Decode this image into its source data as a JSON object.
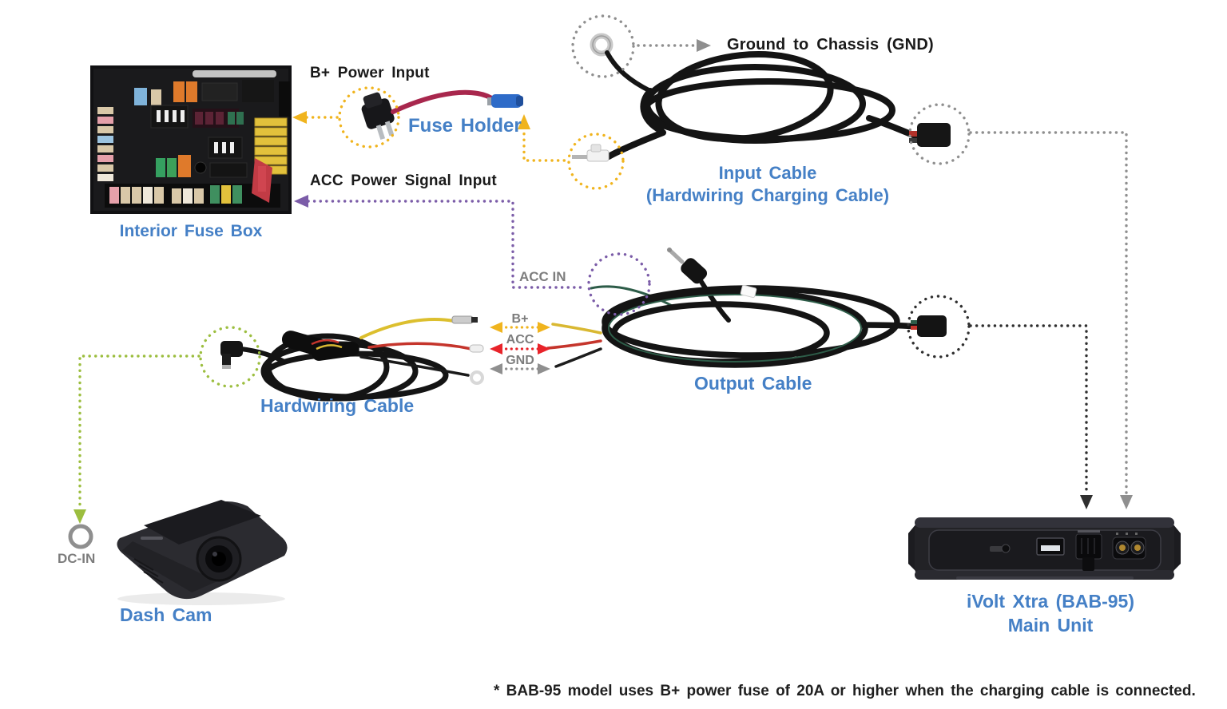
{
  "labels": {
    "ground": "Ground to Chassis (GND)",
    "b_power_input": "B+ Power Input",
    "fuse_holder": "Fuse Holder",
    "acc_power_input": "ACC Power Signal Input",
    "interior_fuse_box": "Interior Fuse Box",
    "input_cable_line1": "Input Cable",
    "input_cable_line2": "(Hardwiring Charging Cable)",
    "acc_in": "ACC IN",
    "b_plus": "B+",
    "acc": "ACC",
    "gnd": "GND",
    "hardwiring_cable": "Hardwiring Cable",
    "output_cable": "Output Cable",
    "dc_in": "DC-IN",
    "dash_cam": "Dash Cam",
    "ivolt_line1": "iVolt Xtra (BAB-95)",
    "ivolt_line2": "Main Unit",
    "footnote": "* BAB-95 model uses B+ power fuse of 20A or higher when the charging cable is connected."
  },
  "colors": {
    "label_blue": "#4580C6",
    "label_gray": "#7d7d7d",
    "text_black": "#1a1a1a",
    "dot_yellow": "#F0B41E",
    "dot_purple": "#7B5CA8",
    "dot_red": "#E8232A",
    "dot_gray": "#8F8F8F",
    "dot_black": "#2F2F2F",
    "dot_green": "#9CBE3F",
    "wire_red": "#A8274D",
    "connector_blue": "#2E6BC8"
  }
}
